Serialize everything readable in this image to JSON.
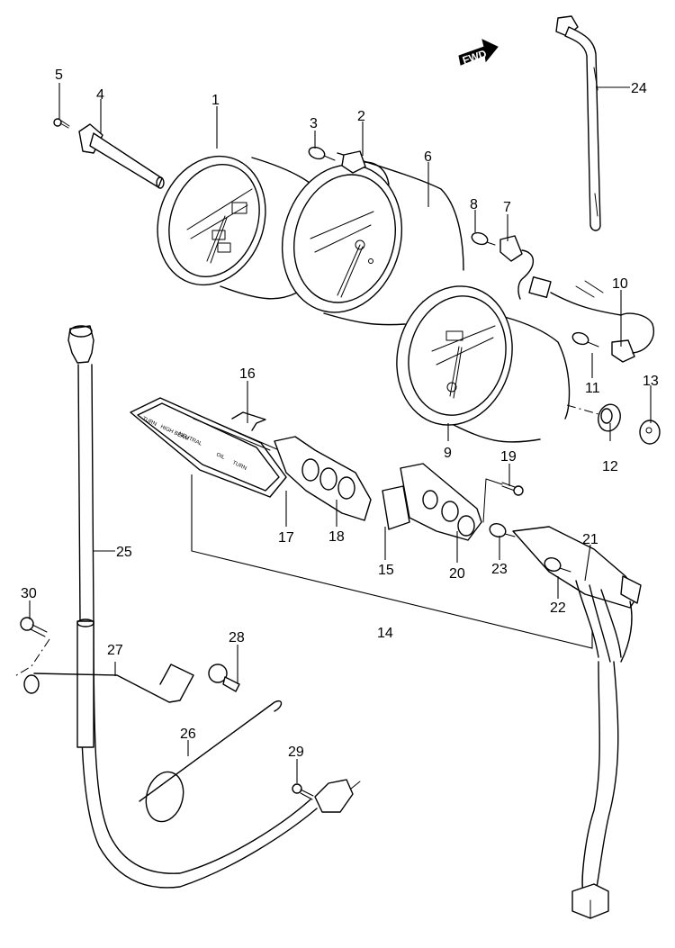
{
  "diagram": {
    "title": "Speedometer / Tachometer / Meter assembly exploded parts view",
    "orientation_badge": {
      "label": "FWD",
      "icon": "forward-arrow-icon"
    },
    "panel_text": {
      "line1": "TURN",
      "line2": "HIGH BEAM",
      "line3": "NEUTRAL",
      "line4": "OIL",
      "line5": "TURN"
    },
    "callouts": [
      {
        "id": "1",
        "part": "speedometer"
      },
      {
        "id": "2",
        "part": "bulb-socket"
      },
      {
        "id": "3",
        "part": "bulb"
      },
      {
        "id": "4",
        "part": "speedometer-cable-adapter"
      },
      {
        "id": "5",
        "part": "screw"
      },
      {
        "id": "6",
        "part": "tachometer"
      },
      {
        "id": "7",
        "part": "bulb-socket"
      },
      {
        "id": "8",
        "part": "bulb"
      },
      {
        "id": "9",
        "part": "meter-gauge"
      },
      {
        "id": "10",
        "part": "bulb-socket"
      },
      {
        "id": "11",
        "part": "bulb"
      },
      {
        "id": "12",
        "part": "cushion"
      },
      {
        "id": "13",
        "part": "nut"
      },
      {
        "id": "14",
        "part": "indicator-assembly"
      },
      {
        "id": "15",
        "part": "spacer"
      },
      {
        "id": "16",
        "part": "clip"
      },
      {
        "id": "17",
        "part": "indicator-lens"
      },
      {
        "id": "18",
        "part": "lens-holder"
      },
      {
        "id": "19",
        "part": "screw"
      },
      {
        "id": "20",
        "part": "indicator-case"
      },
      {
        "id": "21",
        "part": "wire-harness-socket"
      },
      {
        "id": "22",
        "part": "bulb"
      },
      {
        "id": "23",
        "part": "bulb"
      },
      {
        "id": "24",
        "part": "cable-tie"
      },
      {
        "id": "25",
        "part": "speedometer-cable"
      },
      {
        "id": "26",
        "part": "spring"
      },
      {
        "id": "27",
        "part": "cable-guide"
      },
      {
        "id": "28",
        "part": "bolt"
      },
      {
        "id": "29",
        "part": "screw"
      },
      {
        "id": "30",
        "part": "bolt"
      }
    ]
  }
}
